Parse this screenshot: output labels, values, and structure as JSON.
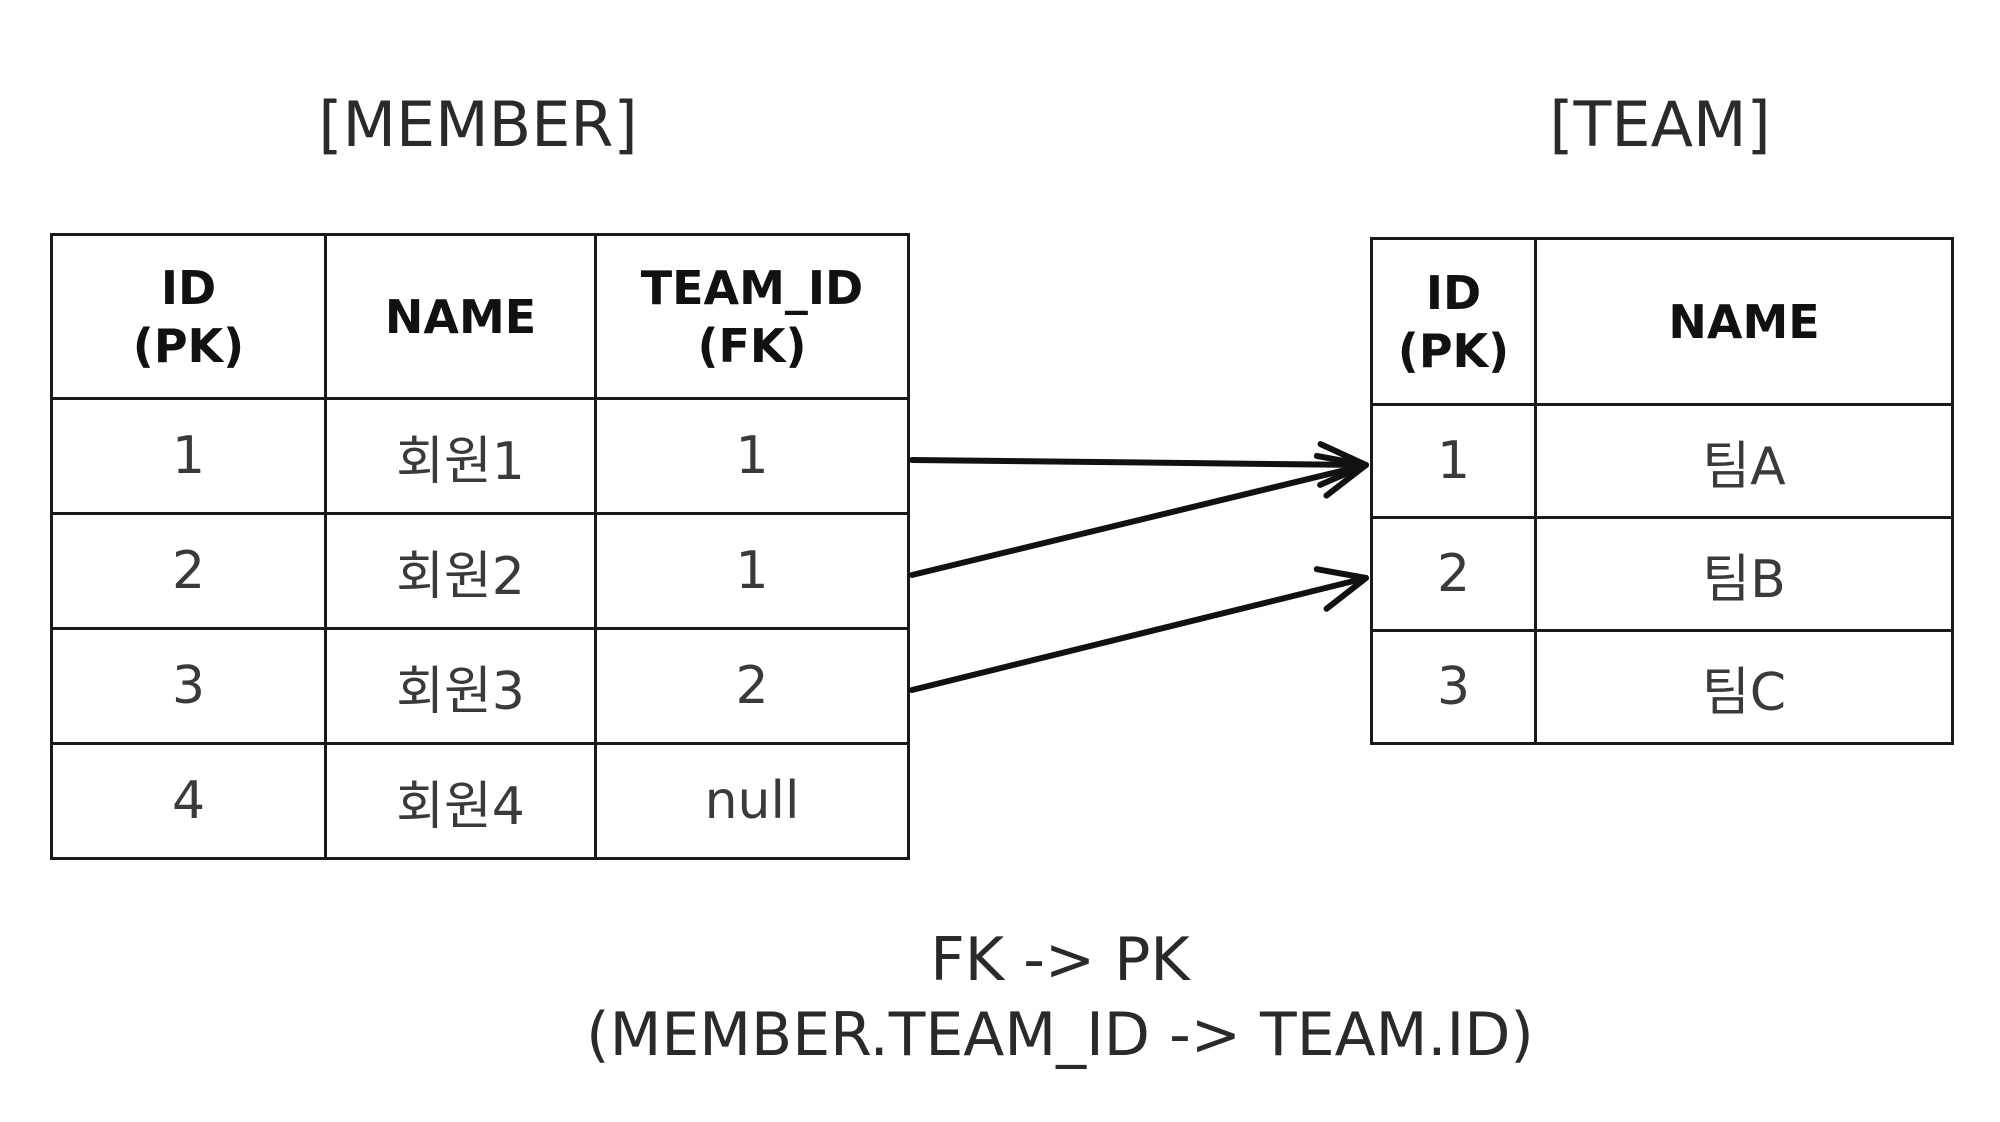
{
  "member": {
    "title": "[MEMBER]",
    "headers": {
      "id": [
        "ID",
        "(PK)"
      ],
      "name": "NAME",
      "team_id": [
        "TEAM_ID",
        "(FK)"
      ]
    },
    "rows": [
      {
        "id": "1",
        "name": "회원1",
        "team_id": "1"
      },
      {
        "id": "2",
        "name": "회원2",
        "team_id": "1"
      },
      {
        "id": "3",
        "name": "회원3",
        "team_id": "2"
      },
      {
        "id": "4",
        "name": "회원4",
        "team_id": "null"
      }
    ]
  },
  "team": {
    "title": "[TEAM]",
    "headers": {
      "id": [
        "ID",
        "(PK)"
      ],
      "name": "NAME"
    },
    "rows": [
      {
        "id": "1",
        "name": "팀A"
      },
      {
        "id": "2",
        "name": "팀B"
      },
      {
        "id": "3",
        "name": "팀C"
      }
    ]
  },
  "relations": [
    {
      "from_member_row": 0,
      "to_team_row": 0
    },
    {
      "from_member_row": 1,
      "to_team_row": 0
    },
    {
      "from_member_row": 2,
      "to_team_row": 1
    }
  ],
  "caption": {
    "line1": "FK -> PK",
    "line2": "(MEMBER.TEAM_ID -> TEAM.ID)"
  },
  "colors": {
    "line": "#111111",
    "border": "#1a1a1a"
  }
}
